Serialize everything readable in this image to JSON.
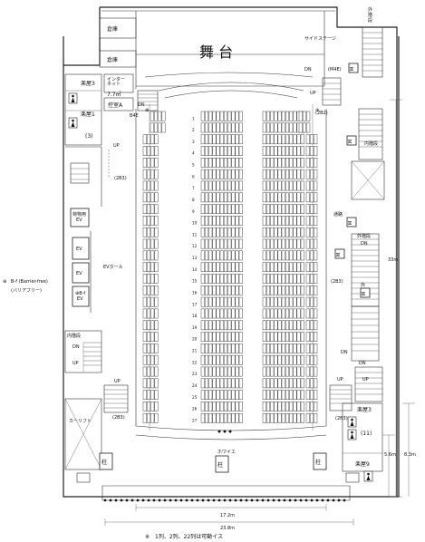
{
  "labels": {
    "stage": "舞 台",
    "side_stage": "サイドステージ",
    "storage_1": "倉庫",
    "storage_2": "倉庫",
    "outer_stairs_top": "外階段",
    "dressing_3": "楽屋3",
    "dressing_1": "楽屋1",
    "dressing_1_count": "(3)",
    "internet": "インター\nネット",
    "area_77": "7.7㎡",
    "control_a": "控室A",
    "inner_stairs_right": "内階段",
    "inner_stairs_left": "内階段",
    "ev_hall": "EVホール",
    "freight_ev": "荷物用\nEV",
    "ev_1": "EV",
    "ev_2": "EV",
    "bf_ev": "B-f\nEV",
    "car_lift": "カーリフト",
    "outer_stairs_mid": "外階段",
    "outer_stairs_mid_dn": "DN",
    "dressing_3b": "楽屋3",
    "dressing_3b_count": "(11)",
    "dressing_9": "楽屋9",
    "foyer": "ホワイエ",
    "pillar": "柱",
    "toilet": "通路",
    "legend_symbol": "B-f (Barrier-free)",
    "legend_text": "(バリアフリー)",
    "dim_33": "33m",
    "dim_83": "8.3m",
    "dim_56": "5.6m",
    "dim_172": "17.2m",
    "dim_238": "23.8m",
    "note": "※　1列、2列、22列は可動イス",
    "up": "UP",
    "dn": "DN"
  },
  "rows": [
    "1",
    "2",
    "3",
    "4",
    "5",
    "6",
    "7",
    "8",
    "9",
    "10",
    "11",
    "12",
    "13",
    "14",
    "15",
    "16",
    "17",
    "18",
    "19",
    "20",
    "21",
    "22",
    "23",
    "24",
    "25",
    "26",
    "27"
  ],
  "colors": {
    "line": "#222222",
    "background": "#ffffff"
  }
}
